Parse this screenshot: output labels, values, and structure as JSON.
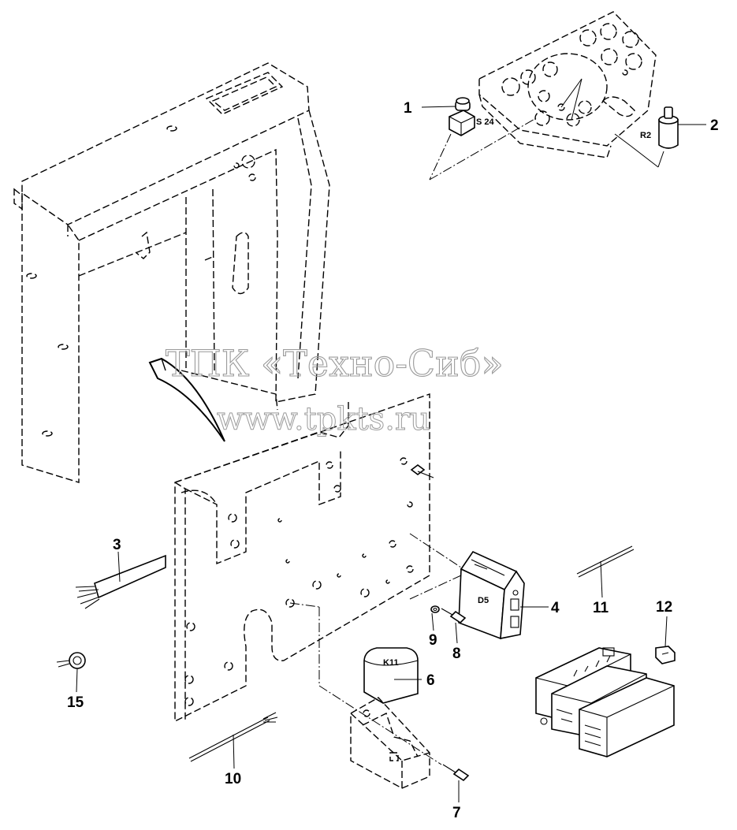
{
  "watermark": {
    "company": "ТПК «Техно-Сиб»",
    "url": "www.tpkts.ru"
  },
  "callouts": [
    {
      "id": "1",
      "label": "1"
    },
    {
      "id": "2",
      "label": "2"
    },
    {
      "id": "3",
      "label": "3"
    },
    {
      "id": "4",
      "label": "4"
    },
    {
      "id": "6",
      "label": "6"
    },
    {
      "id": "7",
      "label": "7"
    },
    {
      "id": "8",
      "label": "8"
    },
    {
      "id": "9",
      "label": "9"
    },
    {
      "id": "10",
      "label": "10"
    },
    {
      "id": "11",
      "label": "11"
    },
    {
      "id": "12",
      "label": "12"
    },
    {
      "id": "15",
      "label": "15"
    }
  ],
  "component_tags": {
    "switch": "S 24",
    "resistor": "R2",
    "module": "D5",
    "relay": "K11"
  }
}
